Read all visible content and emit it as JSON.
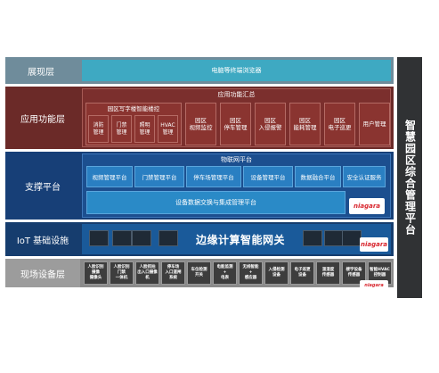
{
  "sidebar": {
    "title": "智慧园区综合管理平台"
  },
  "layers": {
    "display": {
      "label": "展现层",
      "bar": "电脑等终端浏览器"
    },
    "application": {
      "label": "应用功能层",
      "title": "应用功能汇总",
      "group_title": "园区写字楼智能楼控",
      "group_items": [
        "消防\n管理",
        "门禁\n管理",
        "照明\n管理",
        "HVAC\n管理"
      ],
      "modules": [
        "园区\n视频监控",
        "园区\n停车管理",
        "园区\n入侵报警",
        "园区\n能耗管理",
        "园区\n电子巡更",
        "用户管理"
      ]
    },
    "support": {
      "label": "支撑平台",
      "title": "物联网平台",
      "modules": [
        "视频管理平台",
        "门禁管理平台",
        "停车场管理平台",
        "设备管理平台",
        "数据融合平台",
        "安全认证服务"
      ],
      "bottom": "设备数据交换与集成管理平台"
    },
    "iot": {
      "label": "IoT 基础设施",
      "center": "边缘计算智能网关"
    },
    "field": {
      "label": "现场设备层",
      "devices": [
        "人脸识别\n摄像\n摄像头",
        "人脸识别\n门禁\n一体机",
        "人脸抓拍\n出入口摄像\n机",
        "停车场\n入口道闸\n系统",
        "车位检测\n开关",
        "电能监测\n+\n电表",
        "无线智能\n+\n感应器",
        "入侵检测\n设备",
        "电子巡更\n设备",
        "温湿度\n传感器",
        "楼宇设备\n传感器",
        "智能HVAC\n控制器"
      ]
    }
  },
  "niagara": {
    "logo_text": "niagara"
  },
  "colors": {
    "display_accent": "#3ea9c2",
    "application_dark": "#6b2a28",
    "support_blue": "#173f77",
    "iot_blue": "#163d6e",
    "field_gray": "#8a8a8a",
    "sidebar_dark": "#303234",
    "niagara_red": "#d8262e"
  }
}
